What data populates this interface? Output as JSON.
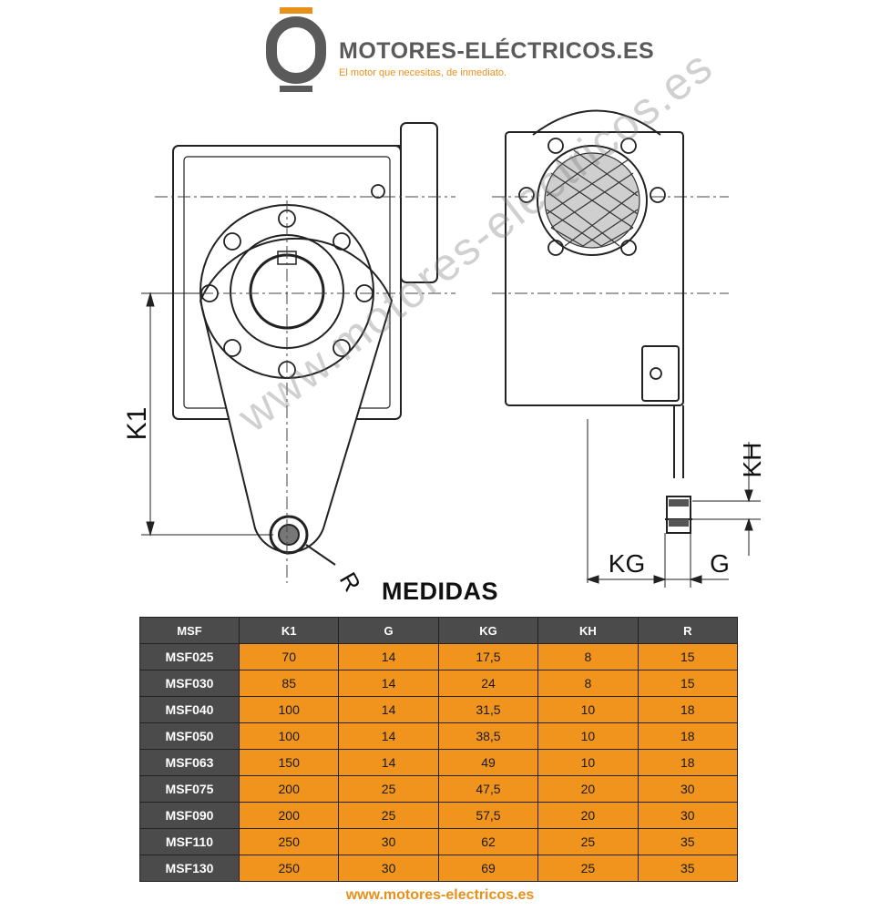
{
  "brand": {
    "name": "MOTORES-ELÉCTRICOS.ES",
    "tagline": "El motor que necesitas, de inmediato.",
    "accent_color": "#e8901a",
    "gray_color": "#5a5a5a"
  },
  "drawing": {
    "labels": {
      "k1": "K1",
      "r": "R",
      "kh": "KH",
      "kg": "KG",
      "g": "G"
    }
  },
  "heading": "MEDIDAS",
  "table": {
    "columns": [
      "MSF",
      "K1",
      "G",
      "KG",
      "KH",
      "R"
    ],
    "rows": [
      [
        "MSF025",
        "70",
        "14",
        "17,5",
        "8",
        "15"
      ],
      [
        "MSF030",
        "85",
        "14",
        "24",
        "8",
        "15"
      ],
      [
        "MSF040",
        "100",
        "14",
        "31,5",
        "10",
        "18"
      ],
      [
        "MSF050",
        "100",
        "14",
        "38,5",
        "10",
        "18"
      ],
      [
        "MSF063",
        "150",
        "14",
        "49",
        "10",
        "18"
      ],
      [
        "MSF075",
        "200",
        "25",
        "47,5",
        "20",
        "30"
      ],
      [
        "MSF090",
        "200",
        "25",
        "57,5",
        "20",
        "30"
      ],
      [
        "MSF110",
        "250",
        "30",
        "62",
        "25",
        "35"
      ],
      [
        "MSF130",
        "250",
        "30",
        "69",
        "25",
        "35"
      ]
    ],
    "header_color": "#4b4b4b",
    "cell_color": "#f0941d"
  },
  "watermark": "www.motores-electricos.es",
  "footer": "www.motores-electricos.es"
}
